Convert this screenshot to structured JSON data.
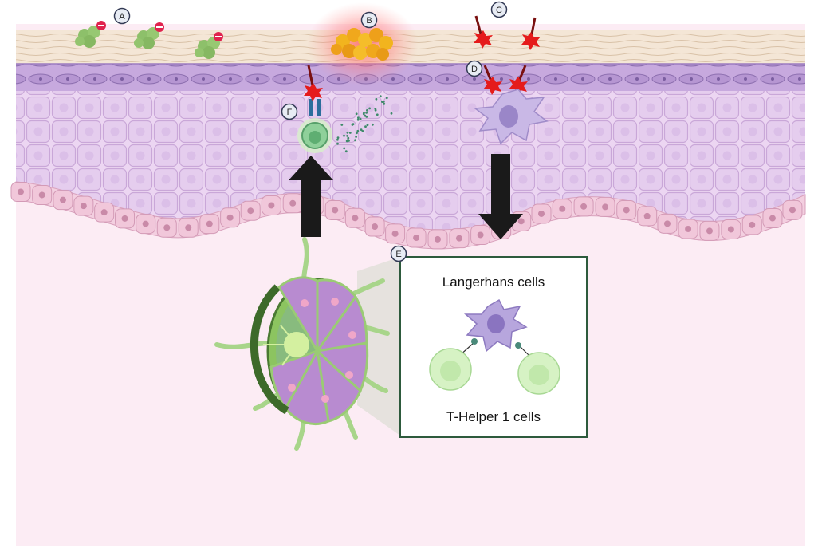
{
  "markers": {
    "a": "A",
    "b": "B",
    "c": "C",
    "d": "D",
    "e": "E",
    "f": "F"
  },
  "inset": {
    "top_label": "Langerhans cells",
    "bottom_label": "T-Helper 1 cells"
  },
  "colors": {
    "dermis": "#fcecf4",
    "stratum_corneum": "#f3e4d2",
    "granular_layer": "#c5a7dc",
    "spinous_layer": "#e9d2f0",
    "basal_layer": "#efc9dc",
    "allergen_green": "#8dc06a",
    "allergen_orange": "#f0a81c",
    "hapten_red": "#e51b1b",
    "langerhans_purple": "#b7a6dd",
    "t_cell_green": "#c8ecb4",
    "lymph_node_green": "#9ccd6a",
    "arrow": "#1a1a1a",
    "inset_border": "#2d5a3c"
  }
}
